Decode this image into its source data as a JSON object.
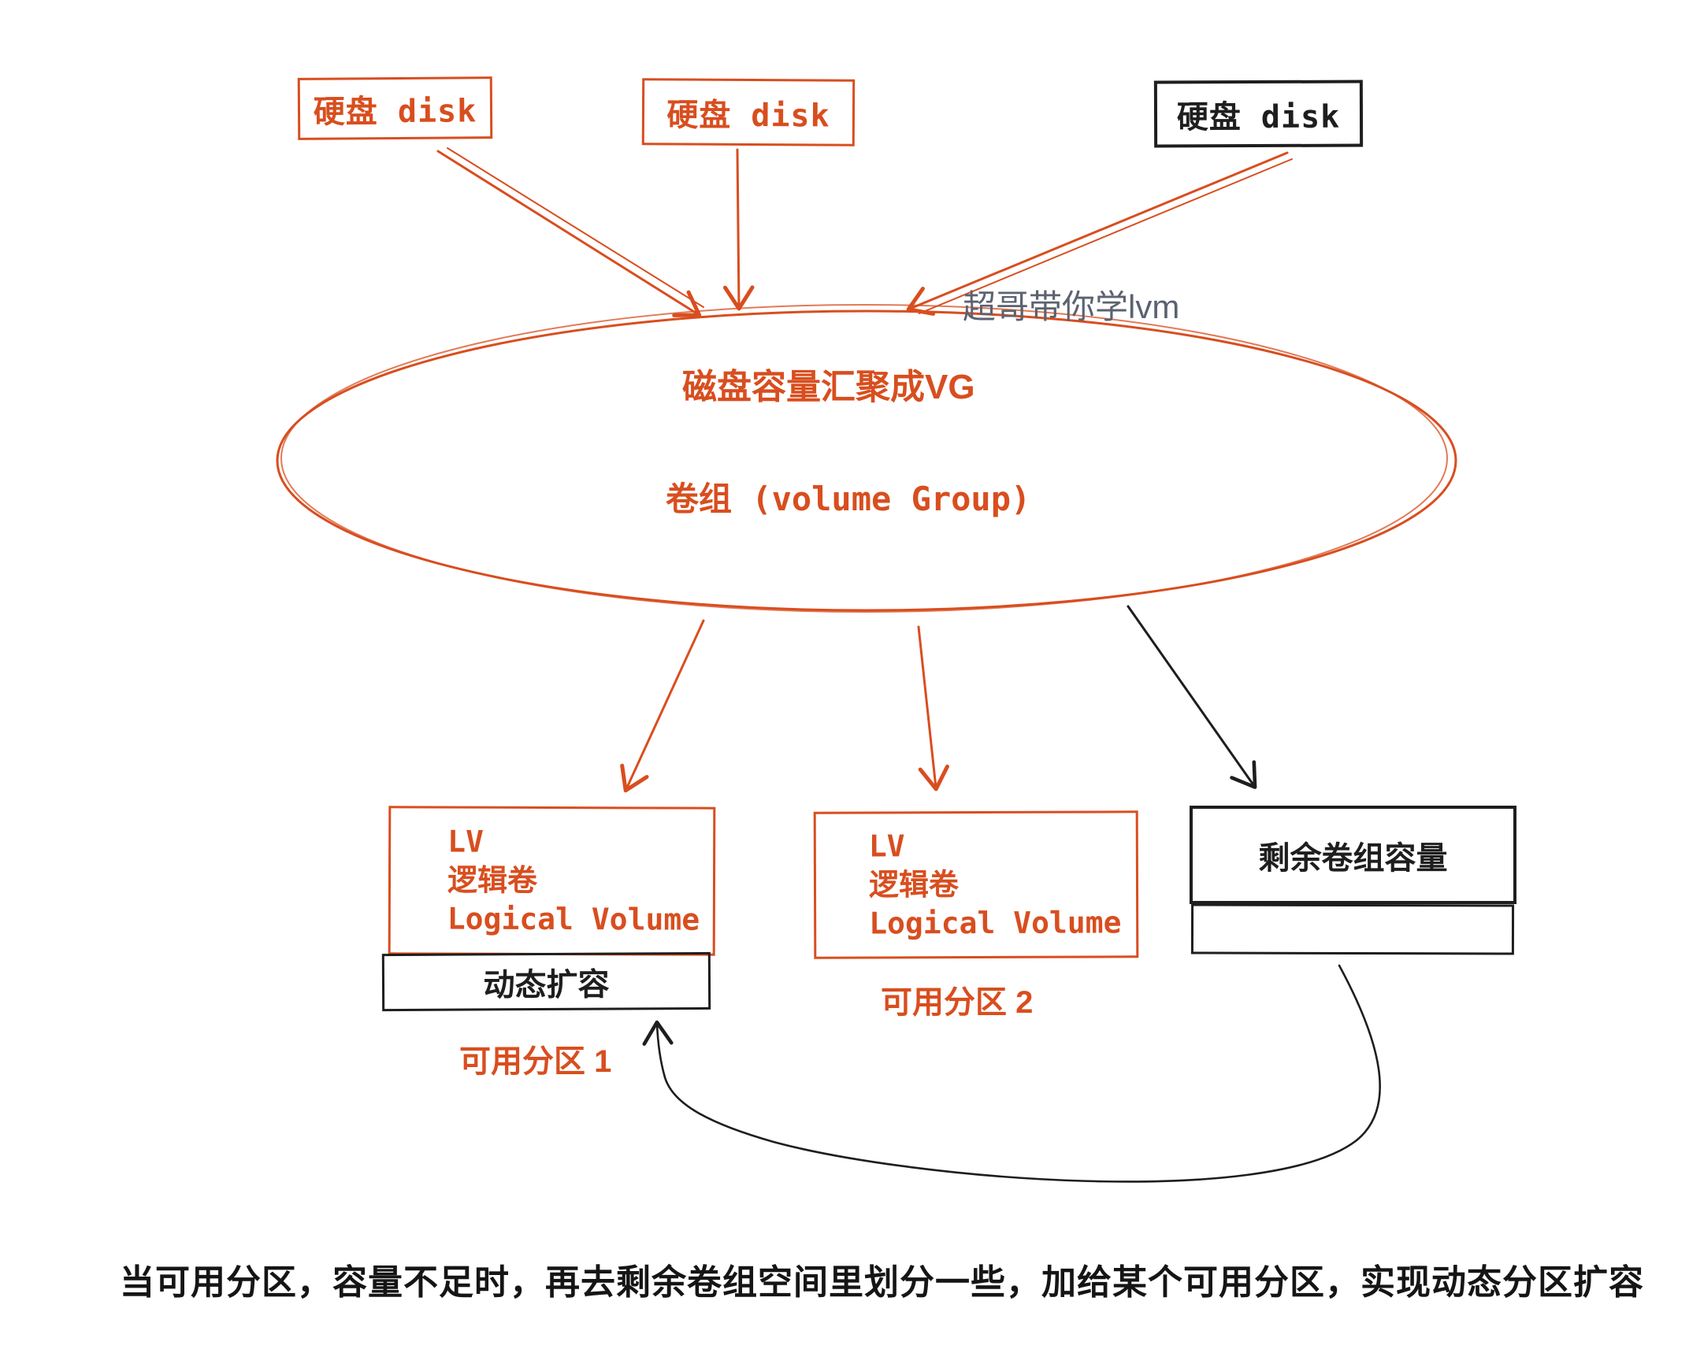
{
  "colors": {
    "orange": "#d84e1f",
    "ink": "#1e1e1e",
    "gray_watermark": "#5b6270"
  },
  "disk_boxes": [
    {
      "label": "硬盘 disk",
      "color": "orange"
    },
    {
      "label": "硬盘 disk",
      "color": "orange"
    },
    {
      "label": "硬盘 disk",
      "color": "black"
    }
  ],
  "volume_group": {
    "line1": "磁盘容量汇聚成VG",
    "line2": "卷组 (volume Group)"
  },
  "watermark": {
    "text": "超哥带你学lvm"
  },
  "logical_volumes": [
    {
      "lines": [
        "LV",
        "逻辑卷",
        "Logical Volume"
      ],
      "sub_label": "动态扩容",
      "partition_label": "可用分区 1"
    },
    {
      "lines": [
        "LV",
        "逻辑卷",
        "Logical Volume"
      ],
      "partition_label": "可用分区 2"
    }
  ],
  "remaining_capacity": {
    "label": "剩余卷组容量"
  },
  "caption": {
    "text": "当可用分区，容量不足时，再去剩余卷组空间里划分一些，加给某个可用分区，实现动态分区扩容"
  }
}
